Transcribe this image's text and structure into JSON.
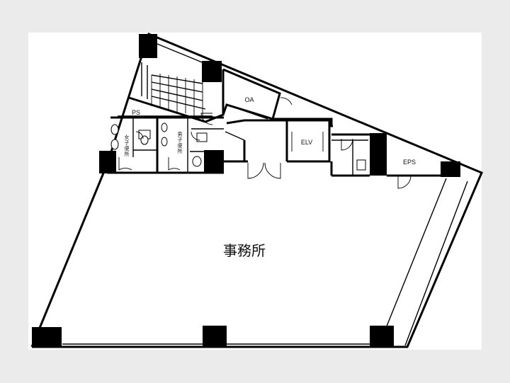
{
  "rooms": {
    "office": "事務所",
    "oa": "OA",
    "ps": "PS",
    "elv": "ELV",
    "eps": "EPS",
    "womens_toilet": [
      "女",
      "子",
      "便",
      "所"
    ],
    "mens_toilet": [
      "男",
      "子",
      "便",
      "所"
    ]
  },
  "colors": {
    "background": "#ebebeb",
    "paper": "#ffffff",
    "ink": "#000000"
  }
}
